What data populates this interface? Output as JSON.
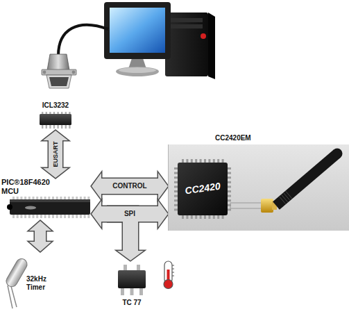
{
  "diagram": {
    "nodes": [
      {
        "text": [
          "ICL3232"
        ]
      },
      {
        "text": [
          "PIC®18F4620 MCU"
        ]
      },
      {
        "text": [
          "CC2420EM"
        ]
      },
      {
        "text": [
          "CC2420"
        ],
        "in": 2
      },
      {
        "text": [
          "32kHz Timer"
        ]
      },
      {
        "text": [
          "TC 77"
        ]
      }
    ],
    "edges": [
      {
        "from": 0,
        "to": 1,
        "arrow": "both",
        "label": "EUSART"
      },
      {
        "from": 1,
        "to": 2,
        "arrow": "both",
        "label": "CONTROL"
      },
      {
        "from": 1,
        "to": 2,
        "arrow": "both",
        "label": "SPI"
      },
      {
        "from": 1,
        "to": 5,
        "arrow": "to"
      },
      {
        "from": 1,
        "to": 4,
        "arrow": "both"
      }
    ]
  }
}
